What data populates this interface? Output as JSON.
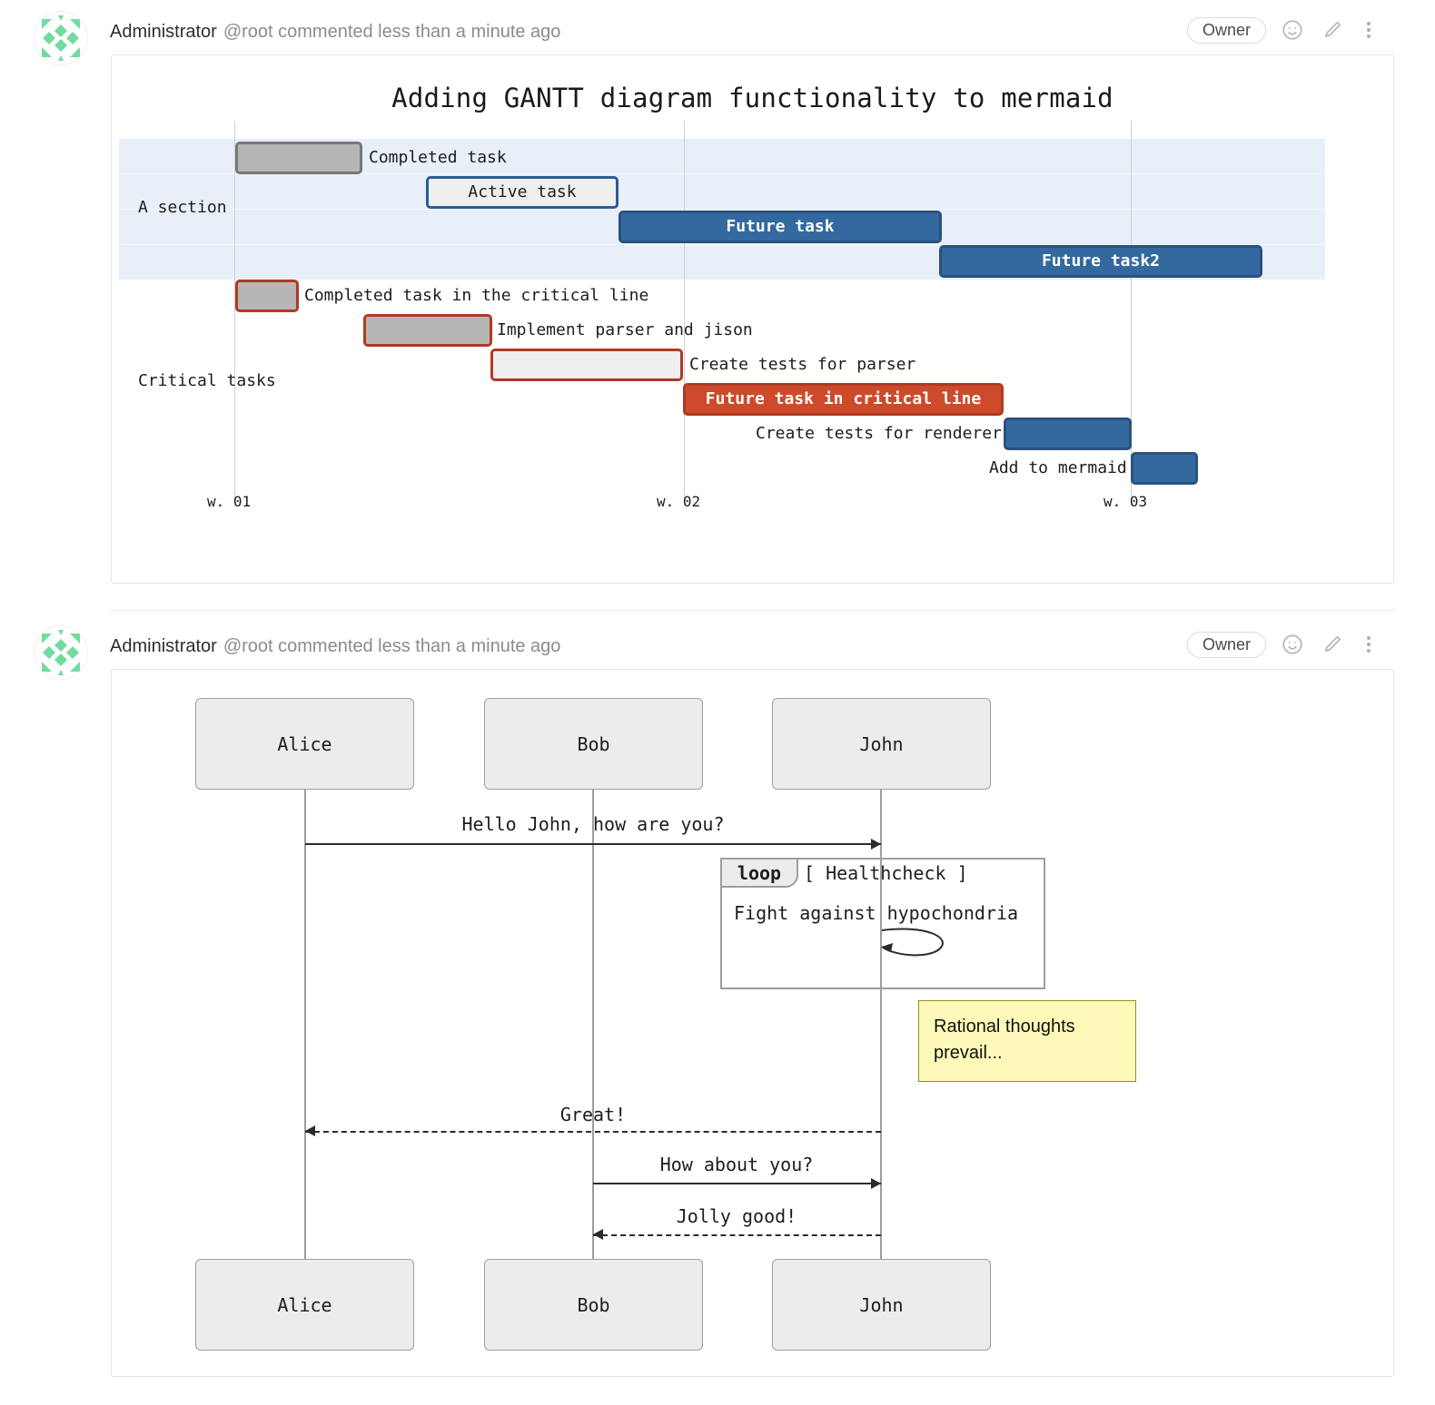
{
  "comments": [
    {
      "author": "Administrator",
      "meta": "@root commented less than a minute ago",
      "badge": "Owner",
      "actions": [
        "emoji-icon",
        "edit-icon",
        "more-icon"
      ]
    },
    {
      "author": "Administrator",
      "meta": "@root commented less than a minute ago",
      "badge": "Owner",
      "actions": [
        "emoji-icon",
        "edit-icon",
        "more-icon"
      ]
    }
  ],
  "gantt": {
    "title": "Adding GANTT diagram functionality to mermaid",
    "axis_ticks": [
      "w. 01",
      "w. 02",
      "w. 03"
    ],
    "sections": [
      {
        "name": "A section",
        "tasks": [
          {
            "label": "Completed task",
            "kind": "done",
            "label_inside": false
          },
          {
            "label": "Active task",
            "kind": "active",
            "label_inside": true
          },
          {
            "label": "Future task",
            "kind": "future",
            "label_inside": true
          },
          {
            "label": "Future task2",
            "kind": "future",
            "label_inside": true
          }
        ]
      },
      {
        "name": "Critical tasks",
        "tasks": [
          {
            "label": "Completed task in the critical line",
            "kind": "crit-done",
            "label_inside": false
          },
          {
            "label": "Implement parser and jison",
            "kind": "crit-done",
            "label_inside": false
          },
          {
            "label": "Create tests for parser",
            "kind": "crit-active",
            "label_inside": false
          },
          {
            "label": "Future task in critical line",
            "kind": "crit-future",
            "label_inside": true
          },
          {
            "label": "Create tests for renderer",
            "kind": "future",
            "label_inside": false
          },
          {
            "label": "Add to mermaid",
            "kind": "future",
            "label_inside": false
          }
        ]
      }
    ],
    "colors": {
      "done_fill": "#b6b6b6",
      "done_border": "#787878",
      "active_fill": "#efefef",
      "active_border": "#2b5c93",
      "future_fill": "#34699f",
      "future_border": "#2a5181",
      "crit_border": "#b03a22",
      "crit_future_fill": "#cd4a2a",
      "section_band": "#e8eff9"
    }
  },
  "sequence": {
    "participants": [
      "Alice",
      "Bob",
      "John"
    ],
    "messages": [
      {
        "from": "Alice",
        "to": "John",
        "text": "Hello John, how are you?",
        "style": "solid"
      },
      {
        "from": "John",
        "to": "Alice",
        "text": "Great!",
        "style": "dashed"
      },
      {
        "from": "Bob",
        "to": "John",
        "text": "How about you?",
        "style": "solid"
      },
      {
        "from": "John",
        "to": "Bob",
        "text": "Jolly good!",
        "style": "dashed"
      }
    ],
    "loop": {
      "tag": "loop",
      "condition": "[ Healthcheck ]",
      "message": "Fight against hypochondria",
      "self": true
    },
    "note": "Rational thoughts prevail...",
    "colors": {
      "actor_fill": "#ececec",
      "actor_border": "#9e9e9e",
      "note_fill": "#fdfab9",
      "note_border": "#998d16"
    }
  }
}
